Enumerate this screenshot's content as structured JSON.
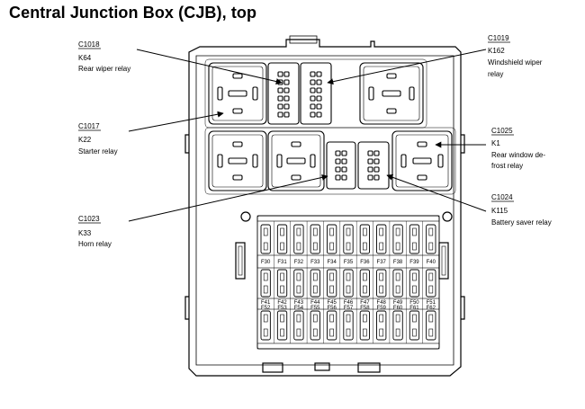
{
  "title": "Central Junction Box (CJB), top",
  "callouts": [
    {
      "id": "c1018",
      "connector": "C1018",
      "code": "K64",
      "name": [
        "Rear wiper relay"
      ]
    },
    {
      "id": "c1017",
      "connector": "C1017",
      "code": "K22",
      "name": [
        "Starter relay"
      ]
    },
    {
      "id": "c1023",
      "connector": "C1023",
      "code": "K33",
      "name": [
        "Horn relay"
      ]
    },
    {
      "id": "c1019",
      "connector": "C1019",
      "code": "K162",
      "name": [
        "Windshield wiper",
        "relay"
      ]
    },
    {
      "id": "c1025",
      "connector": "C1025",
      "code": "K1",
      "name": [
        "Rear window de-",
        "frost relay"
      ]
    },
    {
      "id": "c1024",
      "connector": "C1024",
      "code": "K115",
      "name": [
        "Battery saver relay"
      ]
    }
  ],
  "fuse_row_1": [
    "F30",
    "F31",
    "F32",
    "F33",
    "F34",
    "F35",
    "F36",
    "F37",
    "F38",
    "F39",
    "F40"
  ],
  "fuse_row_2": [
    "F41",
    "F42",
    "F43",
    "F44",
    "F45",
    "F46",
    "F47",
    "F48",
    "F49",
    "F50",
    "F51"
  ],
  "fuse_row_3": [
    "F52",
    "F53",
    "F54",
    "F55",
    "F56",
    "F57",
    "F58",
    "F59",
    "F60",
    "F61",
    "F62"
  ]
}
